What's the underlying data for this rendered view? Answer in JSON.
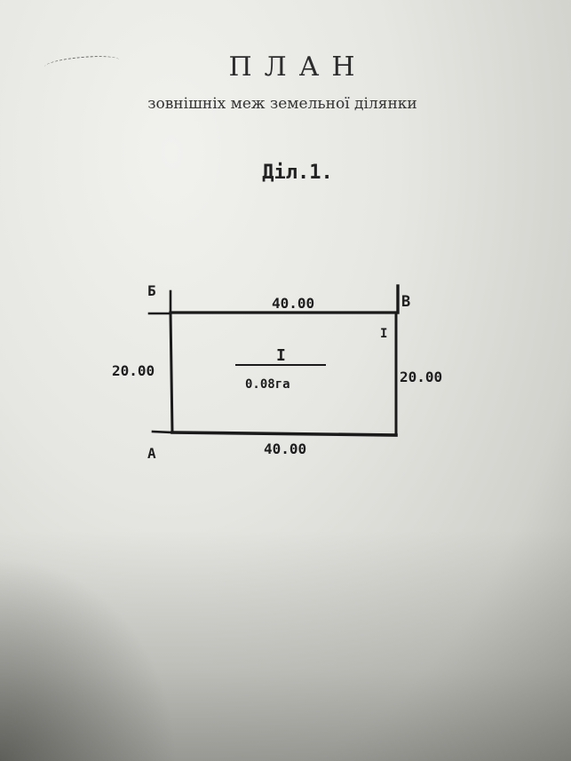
{
  "document": {
    "title": "ПЛАН",
    "subtitle": "зовнішніх меж земельної ділянки",
    "plot_label": "Діл.1."
  },
  "plan": {
    "corners": {
      "top_left": "Б",
      "top_right": "В",
      "bottom_left": "А"
    },
    "sides": {
      "top": "40.00",
      "bottom": "40.00",
      "left": "20.00",
      "right": "20.00"
    },
    "parcel_number": "I",
    "parcel_area": "0.08га",
    "point_marker": "I"
  }
}
